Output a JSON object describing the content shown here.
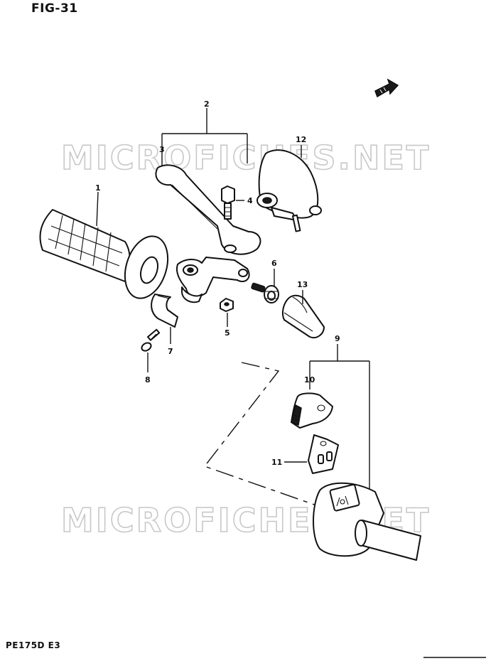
{
  "figure": {
    "label": "FIG-31"
  },
  "model": {
    "code": "PE175D E3"
  },
  "watermark": {
    "text": "MICROFICHES.NET"
  },
  "callouts": [
    {
      "id": "c1",
      "label": "1"
    },
    {
      "id": "c2",
      "label": "2"
    },
    {
      "id": "c3",
      "label": "3"
    },
    {
      "id": "c4",
      "label": "4"
    },
    {
      "id": "c5",
      "label": "5"
    },
    {
      "id": "c6",
      "label": "6"
    },
    {
      "id": "c7",
      "label": "7"
    },
    {
      "id": "c8",
      "label": "8"
    },
    {
      "id": "c9",
      "label": "9"
    },
    {
      "id": "c10",
      "label": "10"
    },
    {
      "id": "c11",
      "label": "11"
    },
    {
      "id": "c12",
      "label": "12"
    },
    {
      "id": "c13",
      "label": "13"
    }
  ],
  "parts": [
    {
      "callout": "1",
      "name": "grip-icon"
    },
    {
      "callout": "2",
      "name": "lever-assembly-bracket"
    },
    {
      "callout": "3",
      "name": "clutch-lever-icon"
    },
    {
      "callout": "4",
      "name": "lever-bolt-icon"
    },
    {
      "callout": "5",
      "name": "lever-nut-icon"
    },
    {
      "callout": "6",
      "name": "cable-adjuster-icon"
    },
    {
      "callout": "7",
      "name": "clamp-icon"
    },
    {
      "callout": "8",
      "name": "clamp-screw-icon"
    },
    {
      "callout": "9",
      "name": "handlebar-switch-icon"
    },
    {
      "callout": "10",
      "name": "switch-knob-icon"
    },
    {
      "callout": "11",
      "name": "switch-contact-plate-icon"
    },
    {
      "callout": "12",
      "name": "lever-cover-icon"
    },
    {
      "callout": "13",
      "name": "lever-boot-icon"
    }
  ],
  "colors": {
    "ink": "#111111",
    "watermark": "#c8c8c8",
    "paper": "#ffffff"
  }
}
